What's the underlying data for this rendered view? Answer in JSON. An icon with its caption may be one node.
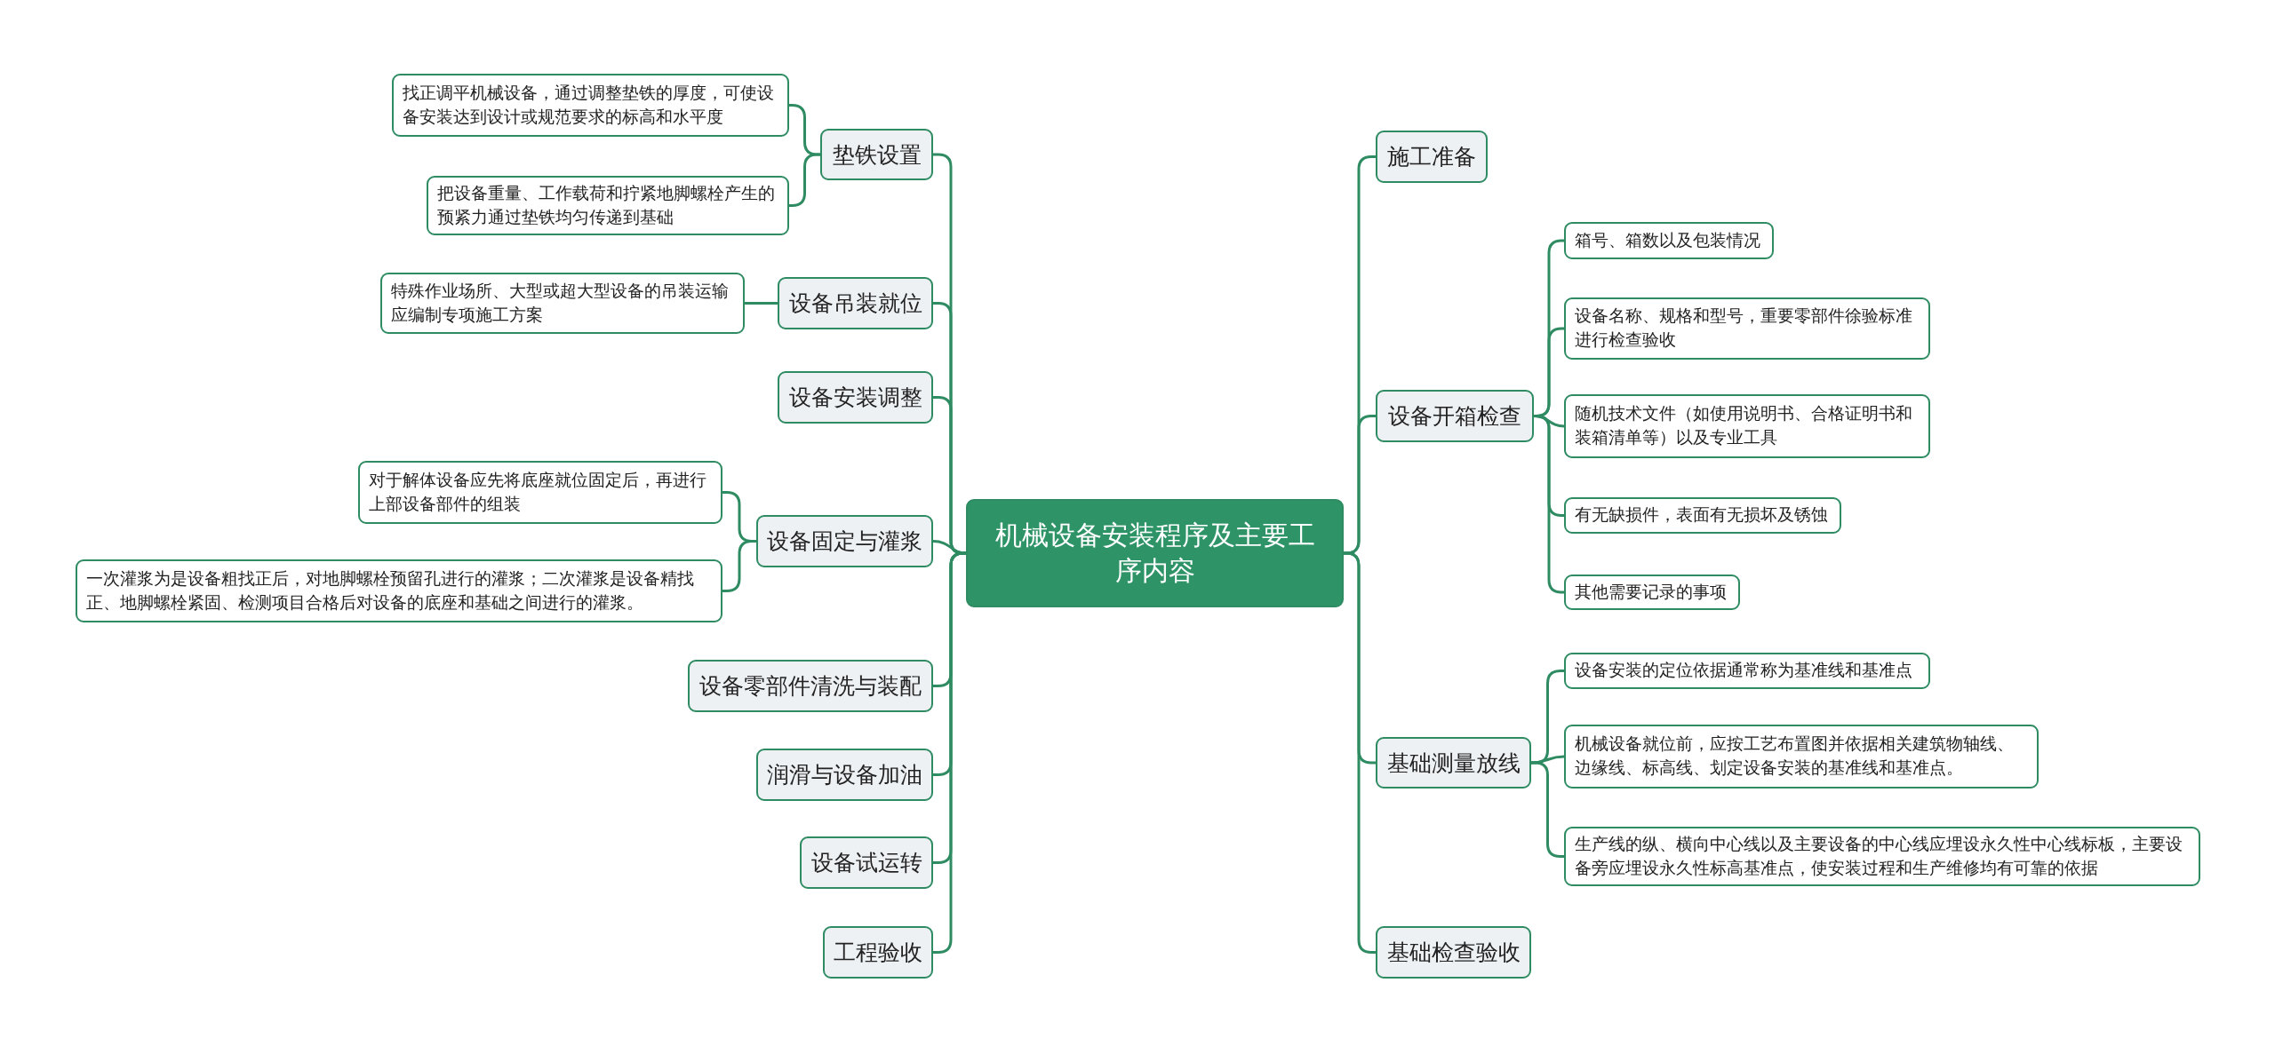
{
  "diagram": {
    "nodes": [
      {
        "text": [
          "机械设备安装程序及主要工序内容"
        ]
      },
      {
        "text": [
          "垫铁设置"
        ]
      },
      {
        "text": [
          "找正调平机械设备，通过调整垫铁的厚度，可使设备安装达到设计或规范要求的标高和水平度"
        ]
      },
      {
        "text": [
          "把设备重量、工作载荷和拧紧地脚螺栓产生的预紧力通过垫铁均匀传递到基础"
        ]
      },
      {
        "text": [
          "设备吊装就位"
        ]
      },
      {
        "text": [
          "特殊作业场所、大型或超大型设备的吊装运输应编制专项施工方案"
        ]
      },
      {
        "text": [
          "设备安装调整"
        ]
      },
      {
        "text": [
          "设备固定与灌浆"
        ]
      },
      {
        "text": [
          "对于解体设备应先将底座就位固定后，再进行上部设备部件的组装"
        ]
      },
      {
        "text": [
          "一次灌浆为是设备粗找正后，对地脚螺栓预留孔进行的灌浆；二次灌浆是设备精找正、地脚螺栓紧固、检测项目合格后对设备的底座和基础之间进行的灌浆。"
        ]
      },
      {
        "text": [
          "设备零部件清洗与装配"
        ]
      },
      {
        "text": [
          "润滑与设备加油"
        ]
      },
      {
        "text": [
          "设备试运转"
        ]
      },
      {
        "text": [
          "工程验收"
        ]
      },
      {
        "text": [
          "施工准备"
        ]
      },
      {
        "text": [
          "设备开箱检查"
        ]
      },
      {
        "text": [
          "箱号、箱数以及包装情况"
        ]
      },
      {
        "text": [
          "设备名称、规格和型号，重要零部件徐验标准进行检查验收"
        ]
      },
      {
        "text": [
          "随机技术文件（如使用说明书、合格证明书和装箱清单等）以及专业工具"
        ]
      },
      {
        "text": [
          "有无缺损件，表面有无损坏及锈蚀"
        ]
      },
      {
        "text": [
          "其他需要记录的事项"
        ]
      },
      {
        "text": [
          "基础测量放线"
        ]
      },
      {
        "text": [
          "设备安装的定位依据通常称为基准线和基准点"
        ]
      },
      {
        "text": [
          "机械设备就位前，应按工艺布置图并依据相关建筑物轴线、边缘线、标高线、划定设备安装的基准线和基准点。"
        ]
      },
      {
        "text": [
          "生产线的纵、横向中心线以及主要设备的中心线应埋设永久性中心线标板，主要设备旁应埋设永久性标高基准点，使安装过程和生产维修均有可靠的依据"
        ]
      },
      {
        "text": [
          "基础检查验收"
        ]
      }
    ],
    "edges": [
      {
        "from": 0,
        "to": 1,
        "arrow": "none"
      },
      {
        "from": 1,
        "to": 2,
        "arrow": "none"
      },
      {
        "from": 1,
        "to": 3,
        "arrow": "none"
      },
      {
        "from": 0,
        "to": 4,
        "arrow": "none"
      },
      {
        "from": 4,
        "to": 5,
        "arrow": "none"
      },
      {
        "from": 0,
        "to": 6,
        "arrow": "none"
      },
      {
        "from": 0,
        "to": 7,
        "arrow": "none"
      },
      {
        "from": 7,
        "to": 8,
        "arrow": "none"
      },
      {
        "from": 7,
        "to": 9,
        "arrow": "none"
      },
      {
        "from": 0,
        "to": 10,
        "arrow": "none"
      },
      {
        "from": 0,
        "to": 11,
        "arrow": "none"
      },
      {
        "from": 0,
        "to": 12,
        "arrow": "none"
      },
      {
        "from": 0,
        "to": 13,
        "arrow": "none"
      },
      {
        "from": 0,
        "to": 14,
        "arrow": "none"
      },
      {
        "from": 0,
        "to": 15,
        "arrow": "none"
      },
      {
        "from": 15,
        "to": 16,
        "arrow": "none"
      },
      {
        "from": 15,
        "to": 17,
        "arrow": "none"
      },
      {
        "from": 15,
        "to": 18,
        "arrow": "none"
      },
      {
        "from": 15,
        "to": 19,
        "arrow": "none"
      },
      {
        "from": 15,
        "to": 20,
        "arrow": "none"
      },
      {
        "from": 0,
        "to": 21,
        "arrow": "none"
      },
      {
        "from": 21,
        "to": 22,
        "arrow": "none"
      },
      {
        "from": 21,
        "to": 23,
        "arrow": "none"
      },
      {
        "from": 21,
        "to": 24,
        "arrow": "none"
      },
      {
        "from": 0,
        "to": 25,
        "arrow": "none"
      }
    ]
  }
}
